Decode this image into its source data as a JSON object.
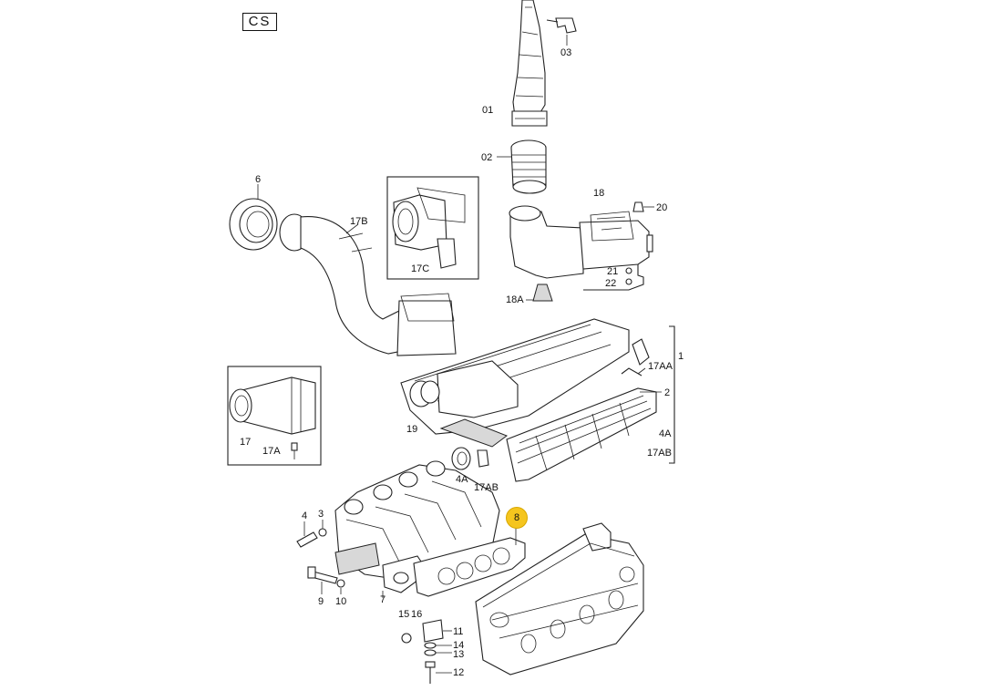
{
  "badge": "CS",
  "highlight": {
    "label": "8",
    "color": "#f5c51e"
  },
  "parts": {
    "p03": "03",
    "p01": "01",
    "p02": "02",
    "p6": "6",
    "p17B": "17B",
    "p17C": "17C",
    "p18": "18",
    "p20": "20",
    "p21": "21",
    "p22": "22",
    "p18A": "18A",
    "p1": "1",
    "p17AA": "17AA",
    "p2": "2",
    "p4A_right": "4A",
    "p17AB_right": "17AB",
    "p19": "19",
    "p17": "17",
    "p17A": "17A",
    "p4A": "4A",
    "p17AB": "17AB",
    "p4": "4",
    "p3": "3",
    "p9": "9",
    "p10": "10",
    "p7": "7",
    "p15": "15",
    "p16": "16",
    "p11": "11",
    "p14": "14",
    "p13": "13",
    "p12": "12"
  }
}
